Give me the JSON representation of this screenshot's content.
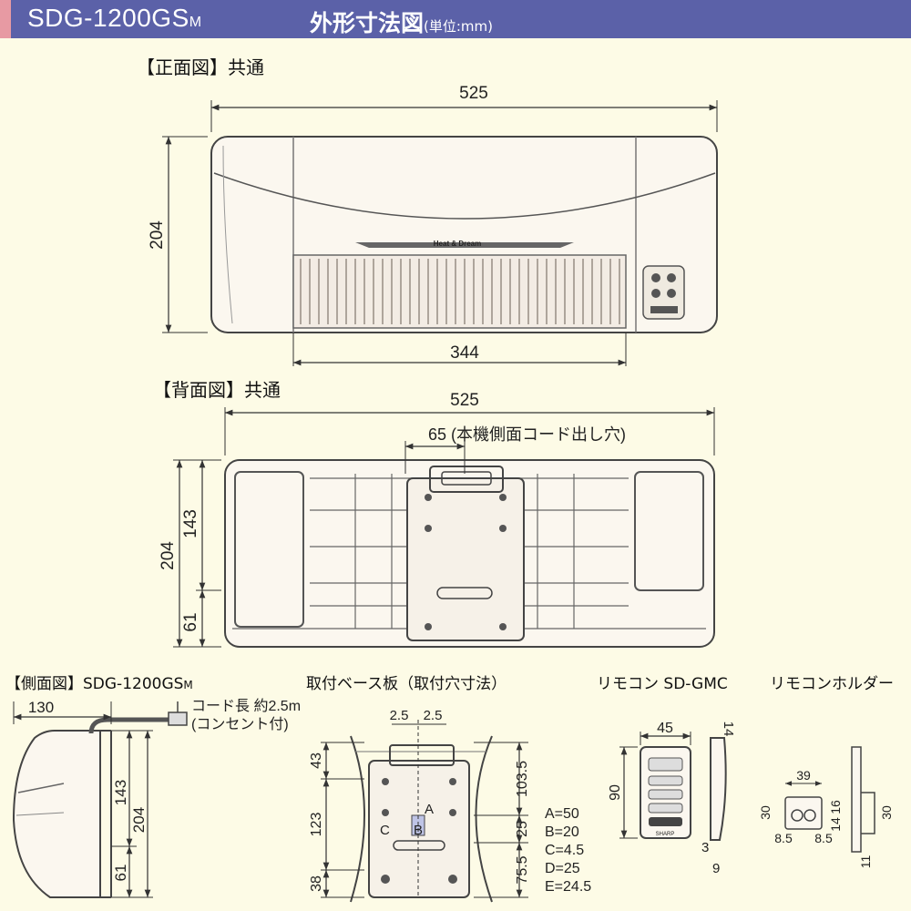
{
  "header": {
    "model": "SDG-1200GS",
    "model_suffix": "M",
    "title": "外形寸法図",
    "unit": "(単位:mm)"
  },
  "front": {
    "title": "【正面図】共通",
    "width": "525",
    "height": "204",
    "grille_width": "344",
    "logo": "Heat & Dream"
  },
  "back": {
    "title": "【背面図】共通",
    "width": "525",
    "cord_hole": "65 (本機側面コード出し穴)",
    "height": "204",
    "upper": "143",
    "lower": "61"
  },
  "side": {
    "title": "【側面図】SDG-1200GS",
    "title_suffix": "M",
    "depth": "130",
    "cord_note_1": "コード長 約2.5m",
    "cord_note_2": "(コンセント付)",
    "d143": "143",
    "d204": "204",
    "d61": "61"
  },
  "base": {
    "title": "取付ベース板（取付穴寸法）",
    "t1": "2.5",
    "t2": "2.5",
    "l43": "43",
    "l123": "123",
    "l38": "38",
    "r103": "103.5",
    "r25": "25",
    "r75": "75.5",
    "a": "A",
    "b": "B",
    "c": "C"
  },
  "legend": {
    "items": [
      "A=50",
      "B=20",
      "C=4.5",
      "D=25",
      "E=24.5"
    ]
  },
  "remote": {
    "title": "リモコン SD-GMC",
    "w": "45",
    "h": "90",
    "d": "14",
    "b1": "3",
    "b2": "9",
    "brand": "SHARP"
  },
  "holder": {
    "title": "リモコンホルダー",
    "w": "39",
    "h1": "30",
    "h2": "16",
    "h3": "14",
    "h4": "30",
    "s1": "8.5",
    "s2": "8.5",
    "s3": "11"
  }
}
